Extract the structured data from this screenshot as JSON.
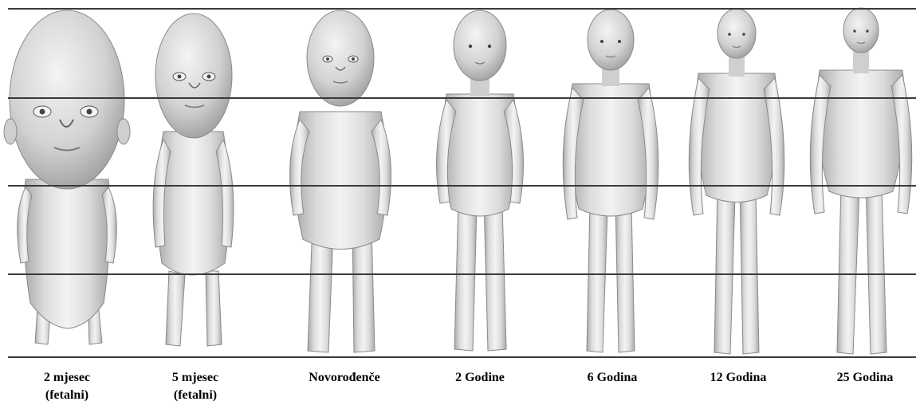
{
  "figure": {
    "stages": [
      {
        "id": "fetal-2-month",
        "label_line1": "2 mjesec",
        "label_line2": "(fetalni)"
      },
      {
        "id": "fetal-5-month",
        "label_line1": "5 mjesec",
        "label_line2": "(fetalni)"
      },
      {
        "id": "newborn",
        "label_line1": "Novorođenče",
        "label_line2": ""
      },
      {
        "id": "age-2",
        "label_line1": "2 Godine",
        "label_line2": ""
      },
      {
        "id": "age-6",
        "label_line1": "6 Godina",
        "label_line2": ""
      },
      {
        "id": "age-12",
        "label_line1": "12 Godina",
        "label_line2": ""
      },
      {
        "id": "age-25",
        "label_line1": "25 Godina",
        "label_line2": ""
      }
    ],
    "colors": {
      "grid_line": "#3a3a3a",
      "skin_light": "#eeeeee",
      "skin_shade": "#a9a9a9",
      "outline": "#8a8a8a",
      "caption": "#000000"
    }
  }
}
